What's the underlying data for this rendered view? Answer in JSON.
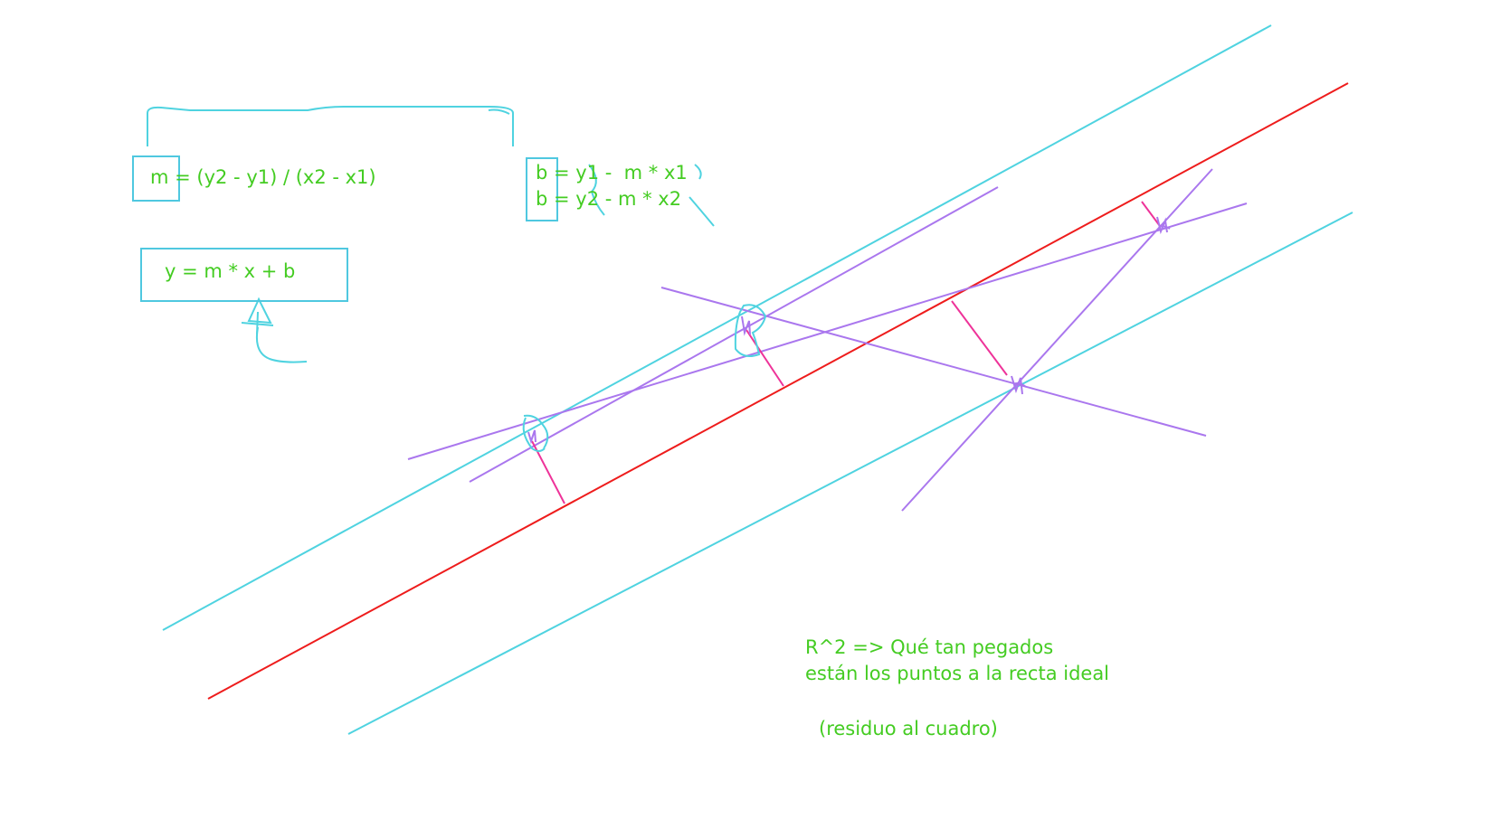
{
  "colors": {
    "background": "#ffffff",
    "cyan": "#4fd3e0",
    "red": "#ee1c1c",
    "purple": "#aa77ee",
    "magenta": "#ee3399",
    "text_green": "#44cc22",
    "box_border": "#4fc8e0"
  },
  "formulas": {
    "slope": "m = (y2 - y1) / (x2 - x1)",
    "intercept_1": "b = y1 -  m * x1",
    "intercept_2": "b = y2 - m * x2",
    "line_equation": "y = m * x + b"
  },
  "notes": {
    "r2_line1": "R^2 => Qué tan pegados",
    "r2_line2": "están los puntos a la recta ideal",
    "r2_line3": "(residuo al cuadro)"
  }
}
